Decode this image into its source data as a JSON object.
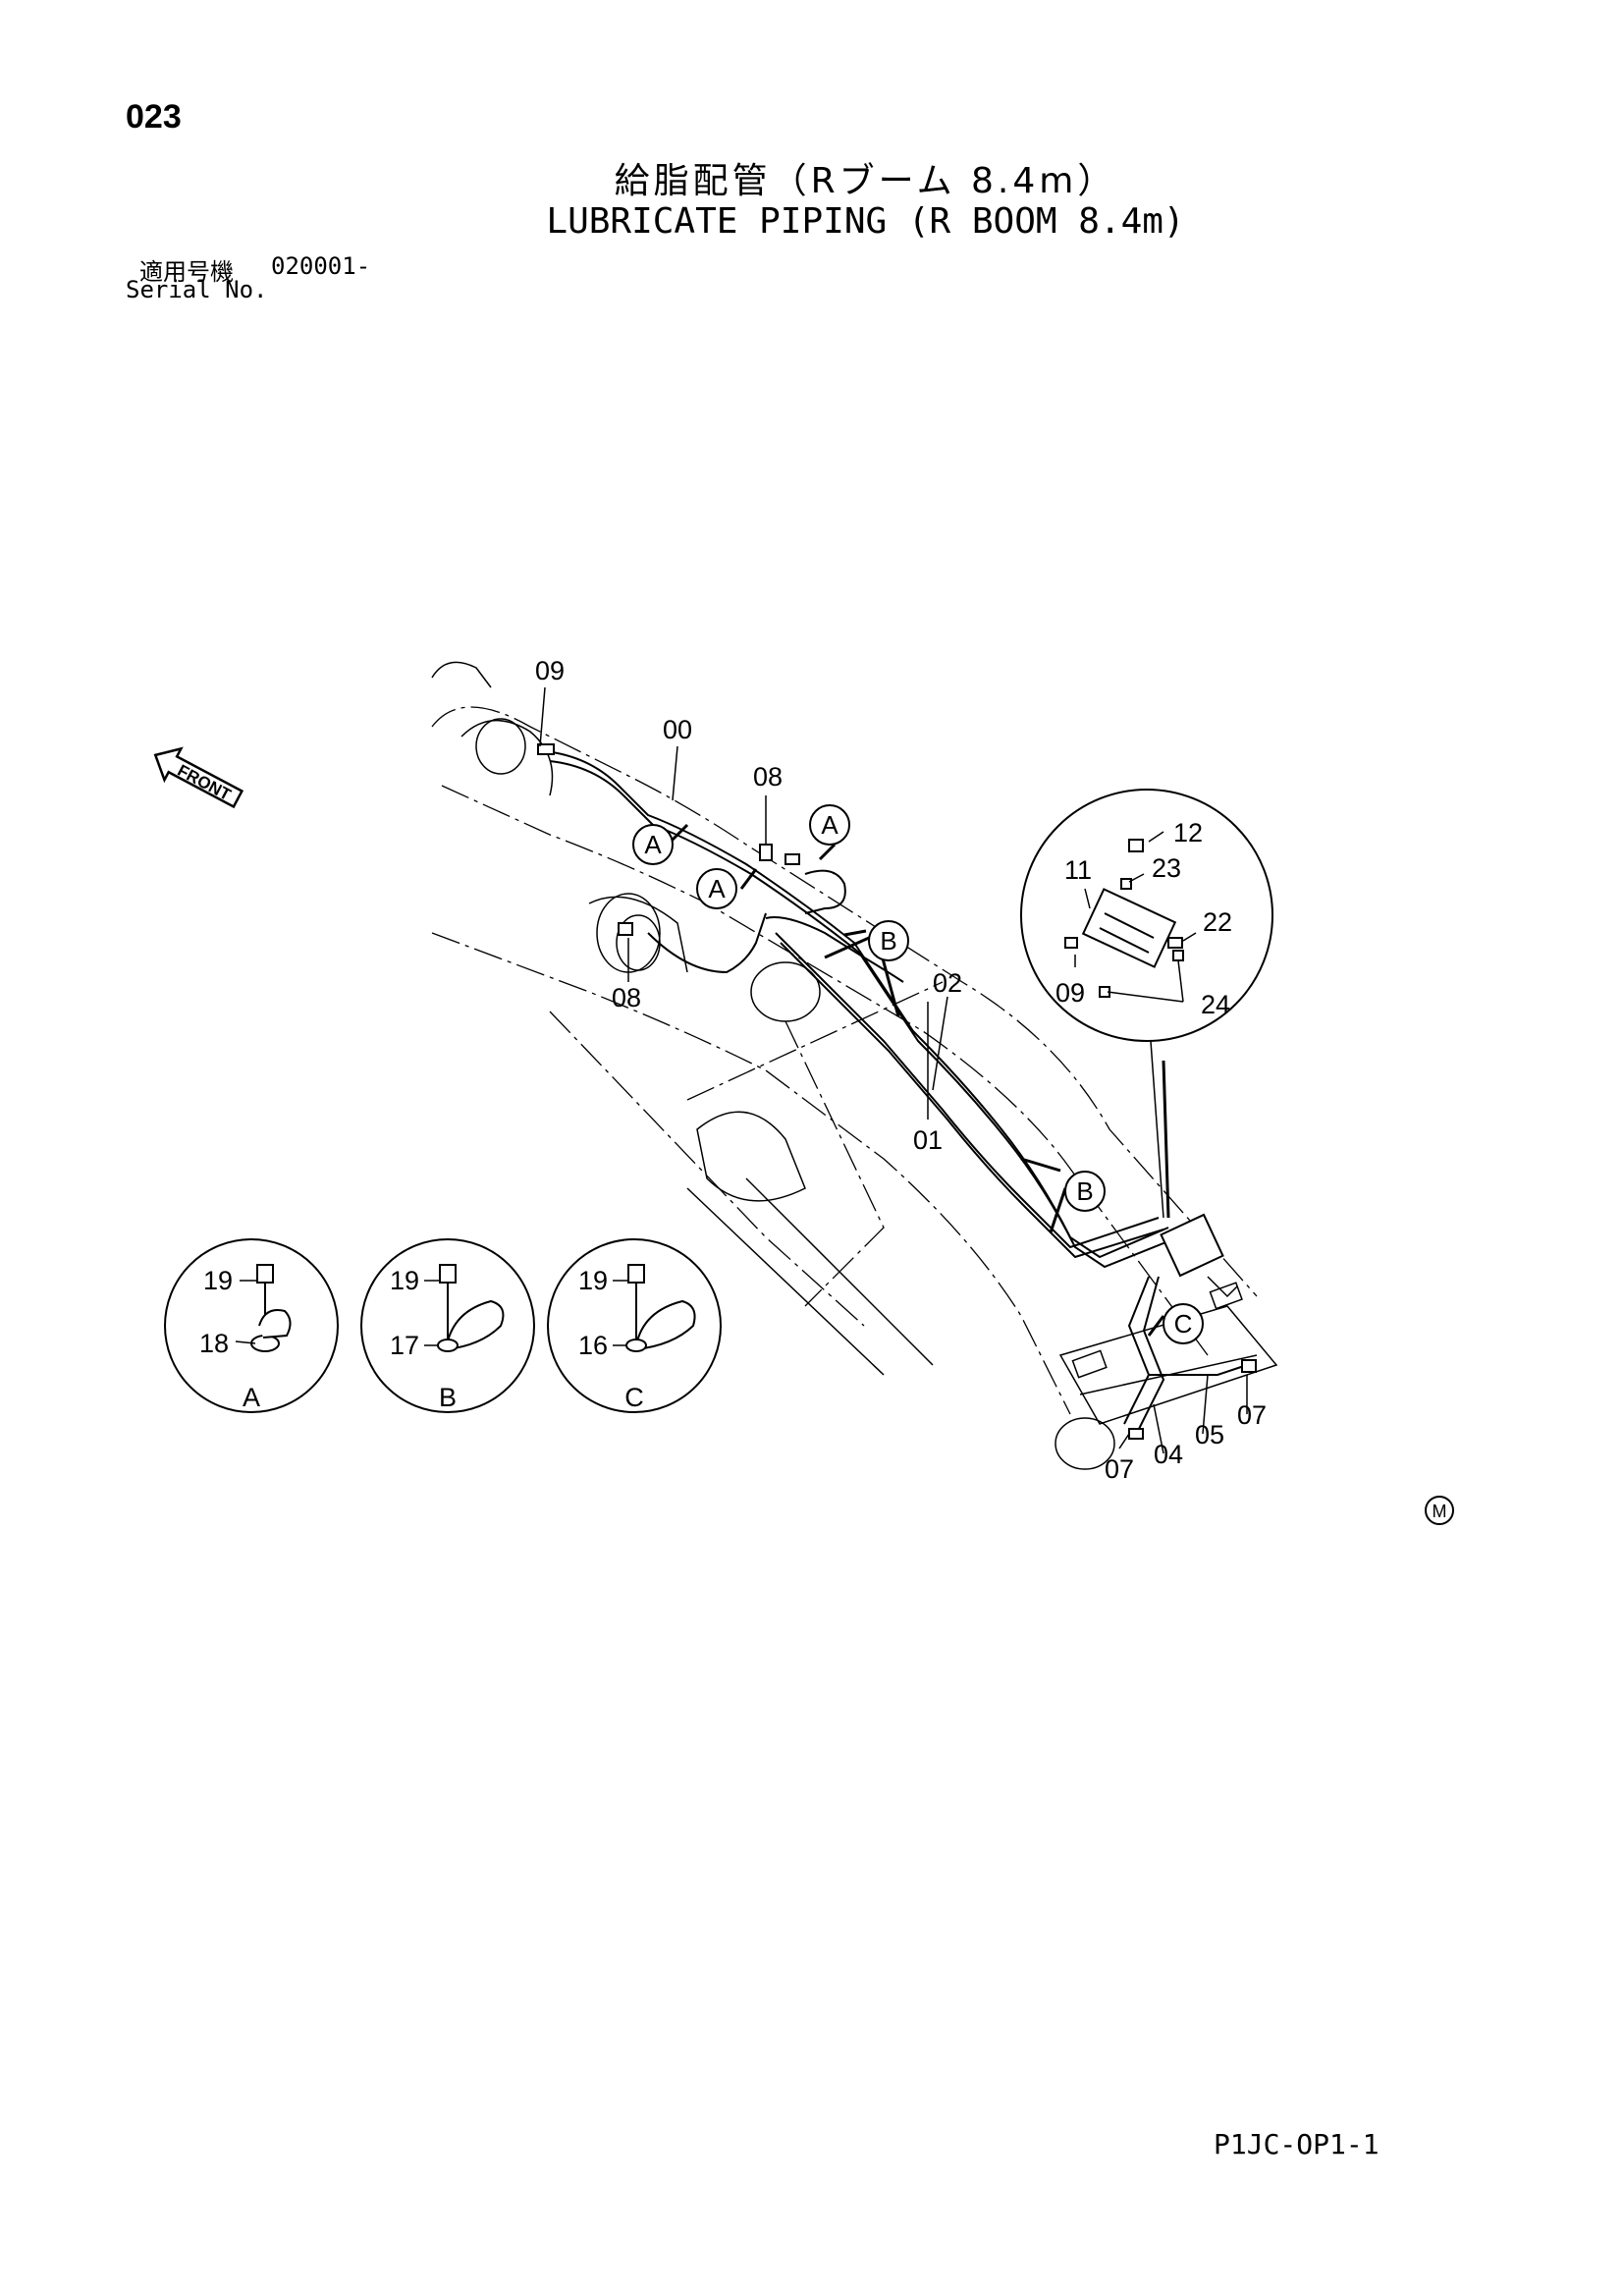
{
  "page_number": "023",
  "title_jp": "給脂配管（Rブーム 8.4m）",
  "title_en": "LUBRICATE PIPING (R BOOM 8.4m)",
  "serial": {
    "label_jp": "適用号機",
    "value": "020001-",
    "label_en": "Serial No."
  },
  "front_label": "FRONT",
  "part_labels": {
    "p00": "00",
    "p01": "01",
    "p02": "02",
    "p04": "04",
    "p05": "05",
    "p07a": "07",
    "p07b": "07",
    "p08a": "08",
    "p08b": "08",
    "p09a": "09",
    "p09b": "09",
    "p11": "11",
    "p12": "12",
    "p22": "22",
    "p23": "23",
    "p24": "24"
  },
  "callouts": {
    "a1": "A",
    "a2": "A",
    "a3": "A",
    "b1": "B",
    "b2": "B",
    "c1": "C"
  },
  "details": [
    {
      "view": "A",
      "bolt": "19",
      "clamp": "18"
    },
    {
      "view": "B",
      "bolt": "19",
      "clamp": "17"
    },
    {
      "view": "C",
      "bolt": "19",
      "clamp": "16"
    }
  ],
  "mark": "M",
  "footer_code": "P1JC-OP1-1"
}
